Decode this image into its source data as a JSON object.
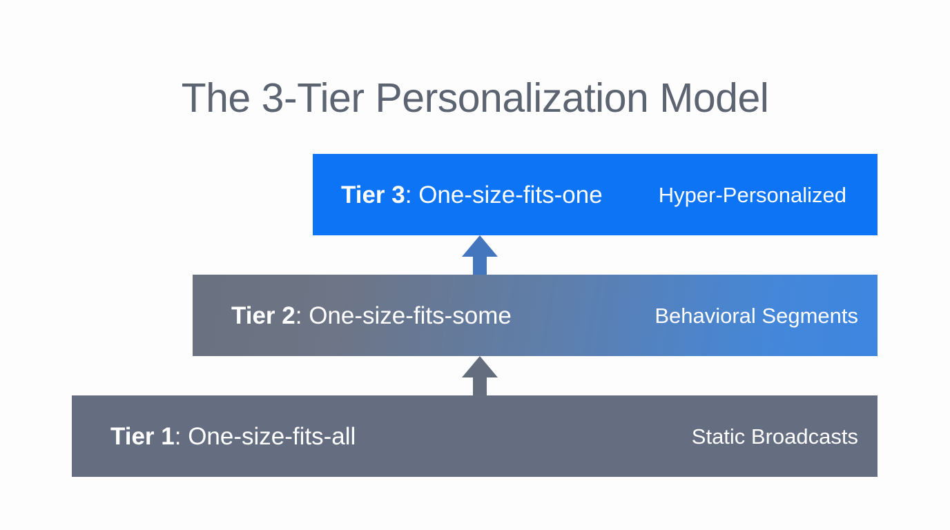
{
  "slide": {
    "title": "The 3-Tier Personalization Model",
    "background_color": "#fdfdfd",
    "title_color": "#5c6472"
  },
  "diagram": {
    "type": "stacked-pyramid",
    "orientation": "bottom-to-top",
    "tiers": [
      {
        "id": "tier-3",
        "level": 3,
        "key": "Tier 3",
        "separator": ": ",
        "main_label": "One-size-fits-one",
        "side_label": "Hyper-Personalized",
        "fill": "#0d74f5",
        "fill_kind": "solid"
      },
      {
        "id": "tier-2",
        "level": 2,
        "key": "Tier 2",
        "separator": ": ",
        "main_label": "One-size-fits-some",
        "side_label": "Behavioral Segments",
        "fill_start": "#6a7280",
        "fill_end": "#3d86e0",
        "fill_kind": "gradient"
      },
      {
        "id": "tier-1",
        "level": 1,
        "key": "Tier 1",
        "separator": ": ",
        "main_label": "One-size-fits-all",
        "side_label": "Static Broadcasts",
        "fill": "#656e80",
        "fill_kind": "solid"
      }
    ],
    "arrows": [
      {
        "id": "arrow-tier1-to-tier2",
        "icon": "arrow-up-icon",
        "from": "Tier 1",
        "to": "Tier 2",
        "color": "#646d7e"
      },
      {
        "id": "arrow-tier2-to-tier3",
        "icon": "arrow-up-icon",
        "from": "Tier 2",
        "to": "Tier 3",
        "color": "#4476bd"
      }
    ]
  }
}
